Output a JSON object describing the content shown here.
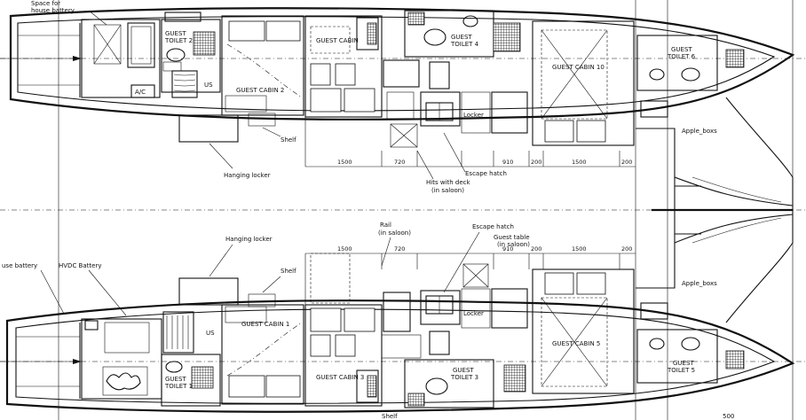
{
  "labels": {
    "spare_house_battery": [
      "Space for",
      "house battery"
    ],
    "guest_toilet_2": [
      "GUEST",
      "TOILET 2"
    ],
    "guest_cabin_2": "GUEST CABIN 2",
    "guest_cabin_top": "GUEST CABIN",
    "guest_toilet_4": [
      "GUEST",
      "TOILET 4"
    ],
    "guest_cabin_10": "GUEST CABIN 10",
    "guest_toilet_6": [
      "GUEST",
      "TOILET 6"
    ],
    "hanging_locker_top": "Hanging locker",
    "shelf_top": "Shelf",
    "hits_with_deck": [
      "Hits with deck",
      "(in saloon)"
    ],
    "escape_hatch_top": "Escape hatch",
    "locker_top": "Locker",
    "apple_boxs_top": "Apple_boxs",
    "ac": "A/C",
    "us_top": "US",
    "hanging_locker_bottom": "Hanging locker",
    "rail_in_saloon": [
      "Rail",
      "(in saloon)"
    ],
    "escape_hatch_bottom": "Escape hatch",
    "guest_table_bottom": [
      "Guest table",
      "(in saloon)"
    ],
    "house_battery": "use battery",
    "hvdc_battery": "HVDC Battery",
    "shelf_bottom": "Shelf",
    "locker_bottom": "Locker",
    "apple_boxs_bottom": "Apple_boxs",
    "guest_cabin_1": "GUEST CABIN 1",
    "us_bottom": "US",
    "guest_cabin_3": "GUEST CABIN 3",
    "guest_cabin_5": "GUEST CABIN 5",
    "guest_toilet_3": [
      "GUEST",
      "TOILET 3"
    ],
    "guest_toilet_1": [
      "GUEST",
      "TOILET 1"
    ],
    "guest_toilet_5": [
      "GUEST",
      "TOILET 5"
    ],
    "shelf_bottom_2": "Shelf",
    "bottom_right": "500"
  },
  "dimensions_top": [
    "1500",
    "720",
    "910",
    "200",
    "1500",
    "200"
  ],
  "dimensions_bottom": [
    "1500",
    "720",
    "910",
    "200",
    "1500",
    "200"
  ]
}
